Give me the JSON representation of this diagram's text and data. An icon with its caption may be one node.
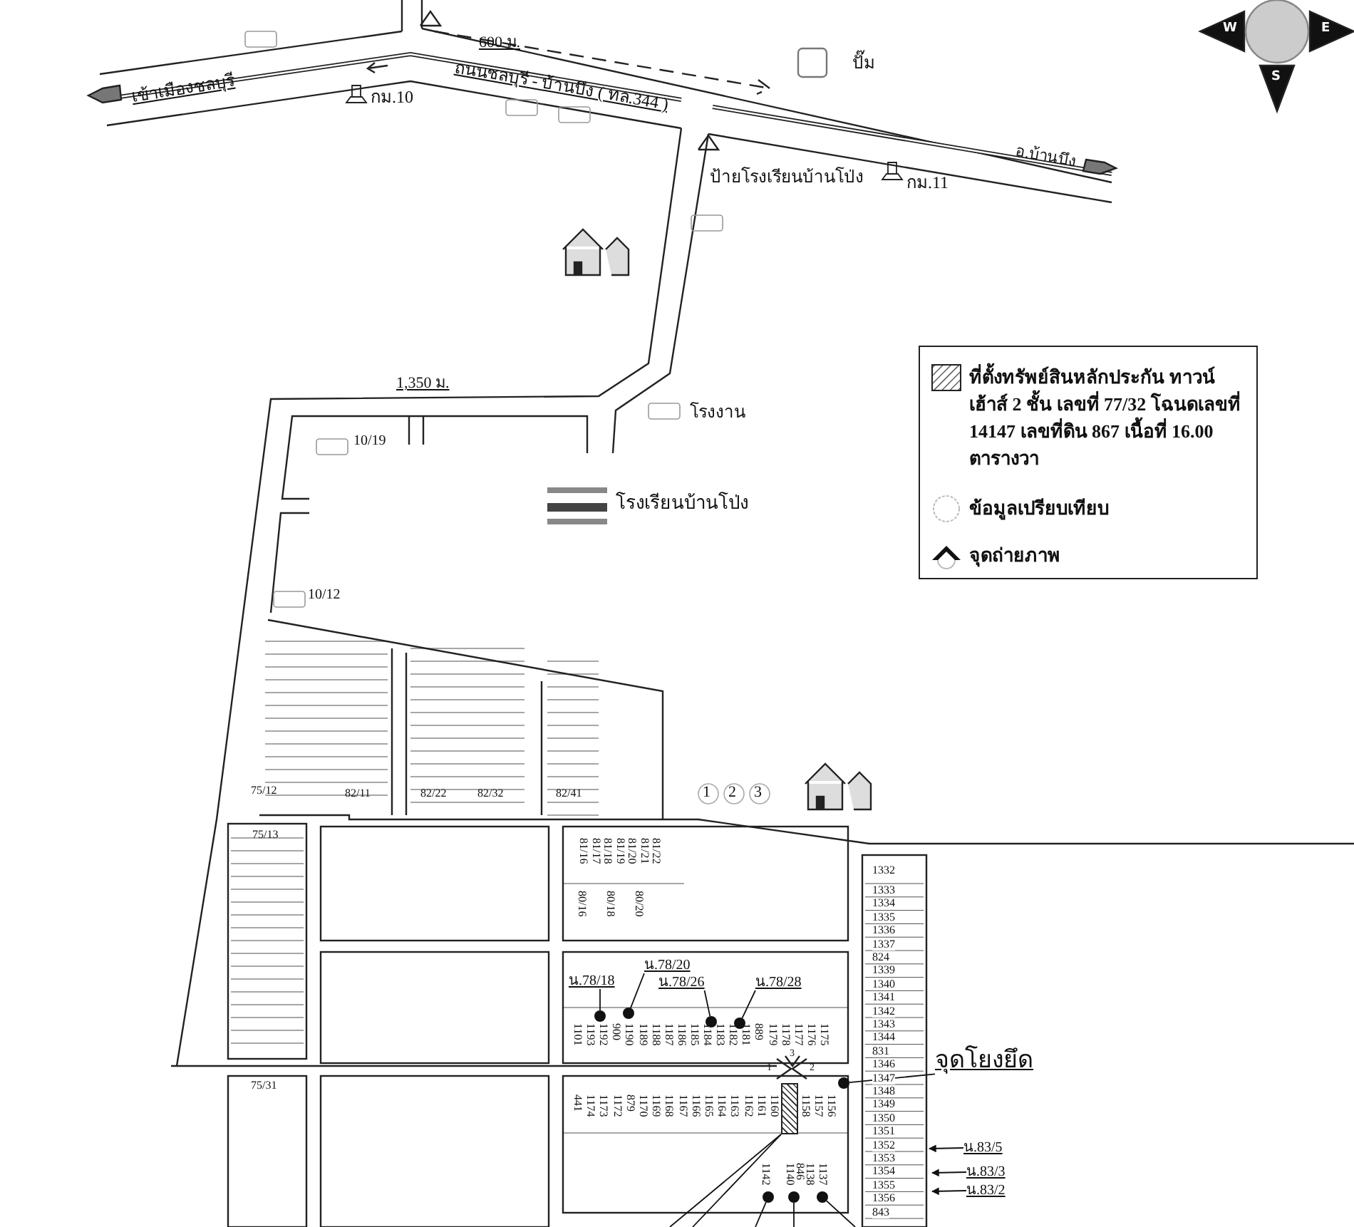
{
  "diagram": {
    "nodes": [
      {
        "text": [
          "จุดโยงยึด"
        ]
      },
      {
        "text": [],
        "shape": "circle"
      },
      {
        "text": [
          "น.78/18"
        ]
      },
      {
        "text": [],
        "shape": "circle"
      },
      {
        "text": [
          "น.78/20"
        ]
      },
      {
        "text": [],
        "shape": "circle"
      },
      {
        "text": [
          "น.78/26"
        ]
      },
      {
        "text": [],
        "shape": "circle"
      },
      {
        "text": [
          "น.78/28"
        ]
      },
      {
        "text": [],
        "shape": "circle"
      },
      {
        "text": [
          "น.83/5"
        ]
      },
      {
        "text": [
          "น.83/3"
        ]
      },
      {
        "text": [
          "น.83/2"
        ]
      },
      {
        "text": [],
        "shape": "circle"
      },
      {
        "text": [],
        "shape": "circle"
      },
      {
        "text": [],
        "shape": "circle"
      },
      {
        "text": [],
        "shape": "box"
      }
    ],
    "edges": [
      {
        "from": 0,
        "to": 1,
        "arrow": "none"
      },
      {
        "from": 2,
        "to": 3,
        "arrow": "none"
      },
      {
        "from": 4,
        "to": 5,
        "arrow": "none"
      },
      {
        "from": 6,
        "to": 7,
        "arrow": "none"
      },
      {
        "from": 8,
        "to": 9,
        "arrow": "none"
      },
      {
        "from": 10,
        "to": null,
        "arrow": "to"
      },
      {
        "from": 11,
        "to": null,
        "arrow": "to"
      },
      {
        "from": 12,
        "to": null,
        "arrow": "to"
      },
      {
        "from": 13,
        "to": null,
        "arrow": "none"
      },
      {
        "from": 14,
        "to": null,
        "arrow": "none"
      },
      {
        "from": 15,
        "to": null,
        "arrow": "none"
      },
      {
        "from": 16,
        "to": null,
        "arrow": "none"
      },
      {
        "from": 16,
        "to": null,
        "arrow": "none"
      }
    ],
    "labels": [
      "W",
      "E",
      "S",
      "เข้าเมืองชลบุรี",
      "600 ม.",
      "ถนนชลบุรี - บ้านบึง ( ทล.344 )",
      "กม.10",
      "ปั๊ม",
      "อ.บ้านบึง",
      "ป้ายโรงเรียนบ้านโป่ง",
      "กม.11",
      "1,350 ม.",
      "โรงงาน",
      "10/19",
      "โรงเรียนบ้านโป่ง",
      "10/12",
      "75/12",
      "82/11",
      "82/22",
      "82/32",
      "82/41",
      "1",
      "2",
      "3",
      "75/13",
      "81/16",
      "81/17",
      "81/18",
      "81/19",
      "81/20",
      "81/21",
      "81/22",
      "80/16",
      "80/18",
      "80/20",
      "1101",
      "1193",
      "1192",
      "900",
      "1190",
      "1189",
      "1188",
      "1187",
      "1186",
      "1185",
      "1184",
      "1183",
      "1182",
      "1181",
      "889",
      "1179",
      "1178",
      "1177",
      "1176",
      "1175",
      "3",
      "1",
      "2",
      "75/31",
      "441",
      "1174",
      "1173",
      "1172",
      "879",
      "1170",
      "1169",
      "1168",
      "1167",
      "1166",
      "1165",
      "1164",
      "1163",
      "1162",
      "1161",
      "1160",
      "1158",
      "1157",
      "1156",
      "1142",
      "1140",
      "846",
      "1138",
      "1137",
      "1332",
      "1333",
      "1334",
      "1335",
      "1336",
      "1337",
      "824",
      "1339",
      "1340",
      "1341",
      "1342",
      "1343",
      "1344",
      "831",
      "1346",
      "1347",
      "1348",
      "1349",
      "1350",
      "1351",
      "1352",
      "1353",
      "1354",
      "1355",
      "1356",
      "843"
    ],
    "legend": [
      {
        "text": "ที่ตั้งทรัพย์สินหลักประกัน ทาวน์เฮ้าส์ 2 ชั้น เลขที่ 77/32 โฉนดเลขที่ 14147 เลขที่ดิน 867 เนื้อที่ 16.00 ตารางวา"
      },
      {
        "text": "ข้อมูลเปรียบเทียบ"
      },
      {
        "text": "จุดถ่ายภาพ"
      }
    ]
  }
}
